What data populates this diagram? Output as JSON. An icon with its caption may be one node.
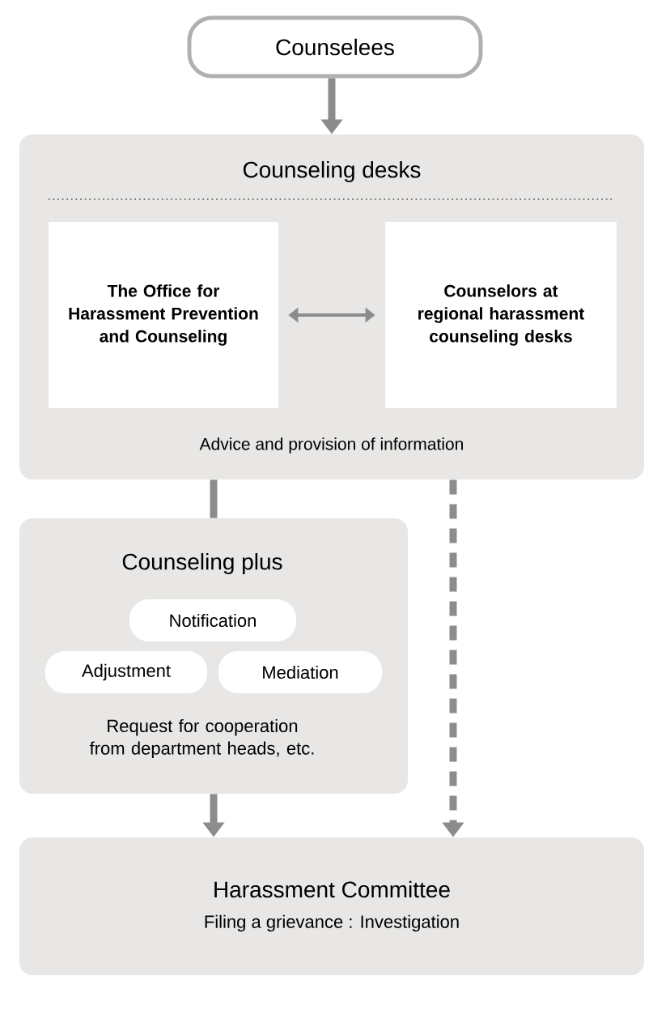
{
  "diagram": {
    "nodes": [
      {
        "text": [
          "Counselees"
        ]
      },
      {
        "text": [
          "Counseling desks",
          "Advice and provision of information"
        ]
      },
      {
        "text": [
          "The Office for Harassment Prevention and Counseling"
        ],
        "in": 1
      },
      {
        "text": [
          "Counselors at regional harassment counseling desks"
        ],
        "in": 1
      },
      {
        "text": [
          "Counseling plus",
          "Request for cooperation from department heads, etc."
        ]
      },
      {
        "text": [
          "Notification"
        ],
        "in": 4
      },
      {
        "text": [
          "Adjustment"
        ],
        "in": 4
      },
      {
        "text": [
          "Mediation"
        ],
        "in": 4
      },
      {
        "text": [
          "Harassment Committee",
          "Filing a grievance : Investigation"
        ]
      }
    ],
    "edges": [
      {
        "from": 0,
        "to": 1,
        "arrow": "to"
      },
      {
        "from": 2,
        "to": 3,
        "arrow": "both"
      },
      {
        "from": 1,
        "to": 4,
        "arrow": "none"
      },
      {
        "from": 4,
        "to": 8,
        "arrow": "to"
      },
      {
        "from": 1,
        "to": 8,
        "arrow": "to",
        "style": "dashed"
      }
    ]
  }
}
